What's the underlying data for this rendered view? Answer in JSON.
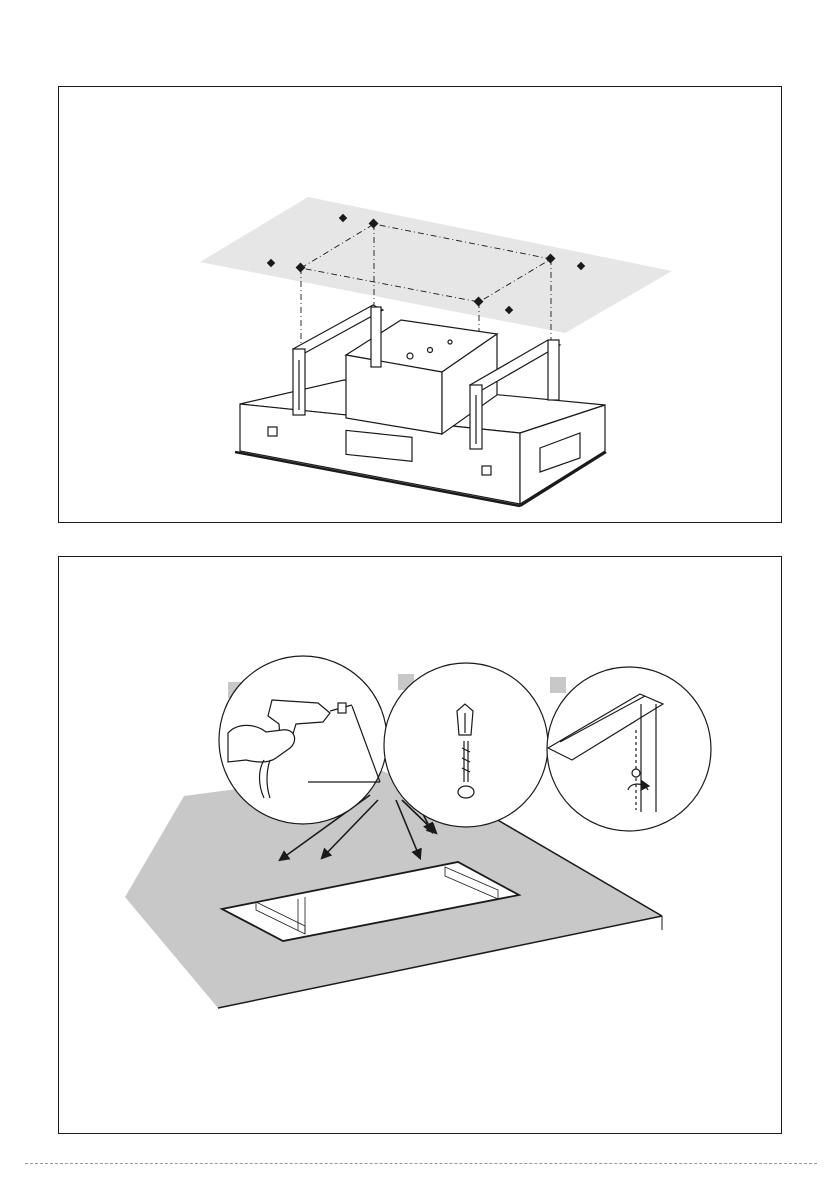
{
  "figures": [
    {
      "id": "ceiling-fixing",
      "elements": [
        "ceiling-plane",
        "mounting-bracket-left",
        "mounting-bracket-right",
        "motor-housing",
        "hood-body",
        "drill-points"
      ]
    },
    {
      "id": "installation-steps",
      "steps": [
        {
          "marker": "",
          "icon": "drill-icon"
        },
        {
          "marker": "",
          "icon": "wall-plug-and-screw-icon"
        },
        {
          "marker": "",
          "icon": "screw-fixing-icon"
        }
      ],
      "elements": [
        "ceiling-surface",
        "ceiling-cutout",
        "direction-arrows"
      ]
    }
  ],
  "colors": {
    "line": "#1a1a1a",
    "ceiling_fill": "#e6e6e6",
    "surface_fill": "#c8c8c8",
    "marker_fill": "#c8c8c8"
  }
}
